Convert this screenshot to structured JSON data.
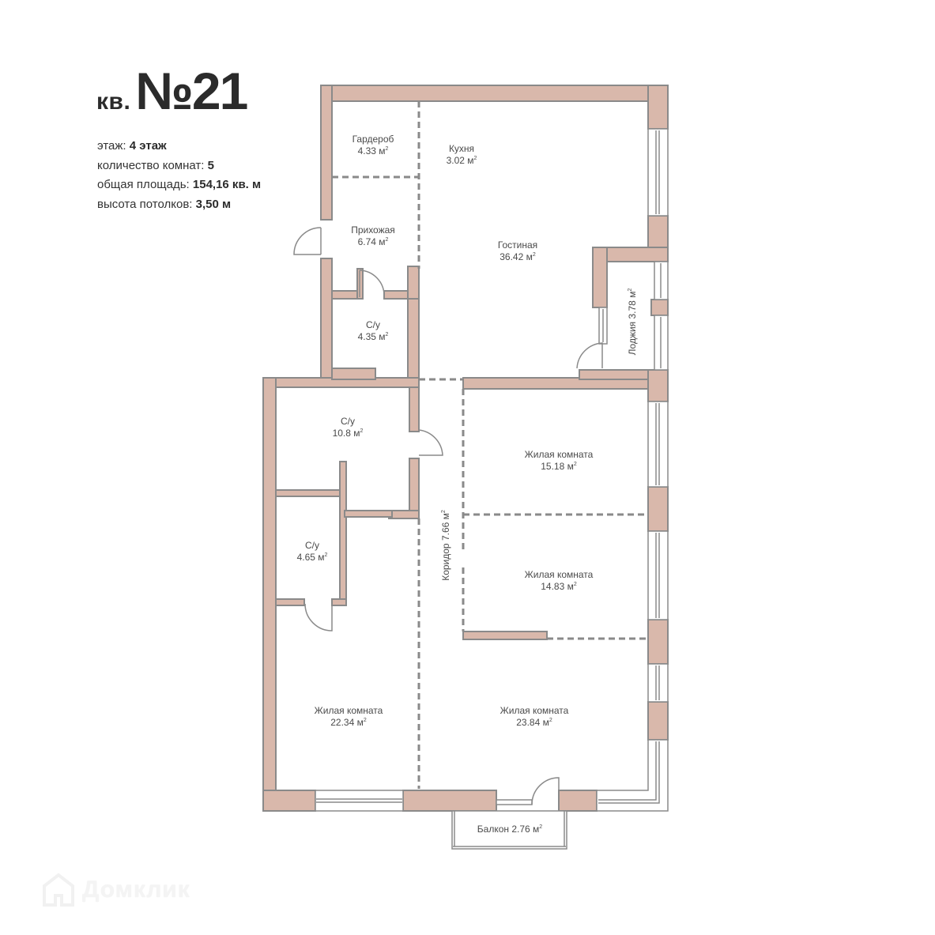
{
  "header": {
    "prefix": "кв.",
    "number": "№21"
  },
  "specs": [
    {
      "label": "этаж:",
      "value": "4 этаж"
    },
    {
      "label": "количество комнат:",
      "value": "5"
    },
    {
      "label": "общая площадь:",
      "value": "154,16 кв. м"
    },
    {
      "label": "высота потолков:",
      "value": "3,50 м"
    }
  ],
  "rooms": {
    "garderob": {
      "name": "Гардероб",
      "area": "4.33 м"
    },
    "kitchen": {
      "name": "Кухня",
      "area": "3.02 м"
    },
    "hallway": {
      "name": "Прихожая",
      "area": "6.74 м"
    },
    "living": {
      "name": "Гостиная",
      "area": "36.42 м"
    },
    "loggia": {
      "name": "Лоджия 3.78 м"
    },
    "bath1": {
      "name": "С/у",
      "area": "4.35 м"
    },
    "bath2": {
      "name": "С/у",
      "area": "10.8 м"
    },
    "bath3": {
      "name": "С/у",
      "area": "4.65 м"
    },
    "corridor": {
      "name": "Коридор 7.66 м"
    },
    "bedroom1": {
      "name": "Жилая комната",
      "area": "15.18 м"
    },
    "bedroom2": {
      "name": "Жилая комната",
      "area": "14.83 м"
    },
    "bedroom3": {
      "name": "Жилая комната",
      "area": "22.34 м"
    },
    "bedroom4": {
      "name": "Жилая комната",
      "area": "23.84 м"
    },
    "balcony": {
      "name": "Балкон 2.76 м"
    }
  },
  "area_unit_sup": "2",
  "colors": {
    "wall_fill": "#d9b8ab",
    "wall_stroke": "#8a8a8a",
    "text": "#2b2b2b"
  },
  "watermark": {
    "icon": "house-logo-icon",
    "text": "Домклик"
  }
}
